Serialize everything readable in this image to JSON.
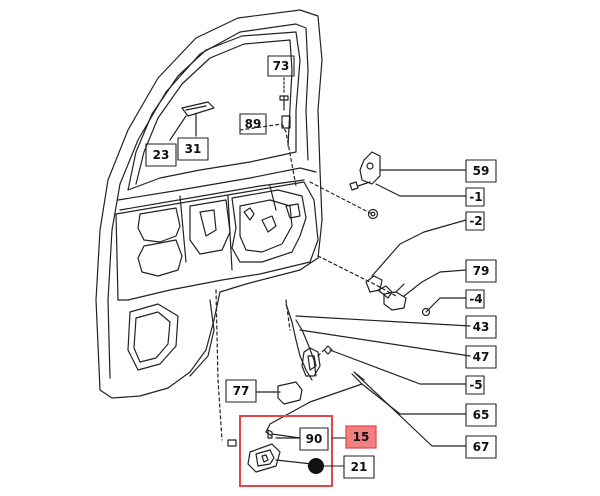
{
  "callouts": {
    "c73": "73",
    "c89": "89",
    "c23": "23",
    "c31": "31",
    "c59": "59",
    "c1": "-1",
    "c2": "-2",
    "c79": "79",
    "c4": "-4",
    "c43": "43",
    "c47": "47",
    "c5": "-5",
    "c77": "77",
    "c65": "65",
    "c67": "67",
    "c90": "90",
    "c15": "15",
    "c21": "21"
  },
  "colors": {
    "line": "#222222",
    "highlight_box": "#e04848",
    "highlight_fill": "#f08080",
    "door_fill": "#ffffff"
  }
}
